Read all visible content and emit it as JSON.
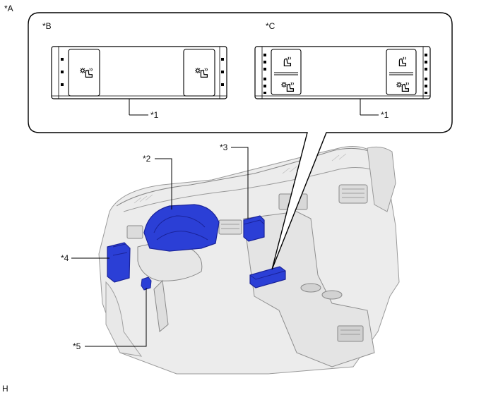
{
  "figure": {
    "label_A": "*A",
    "label_B": "*B",
    "label_C": "*C",
    "callout_1_B": "*1",
    "callout_1_C": "*1",
    "callout_2": "*2",
    "callout_3": "*3",
    "callout_4": "*4",
    "callout_5": "*5",
    "corner_label": "H"
  },
  "colors": {
    "highlight_blue": "#2b3fd6",
    "highlight_dark": "#1a239a",
    "outline": "#000000",
    "dash_gray": "#e6e6e6",
    "dash_shade": "#cfcfcf"
  }
}
